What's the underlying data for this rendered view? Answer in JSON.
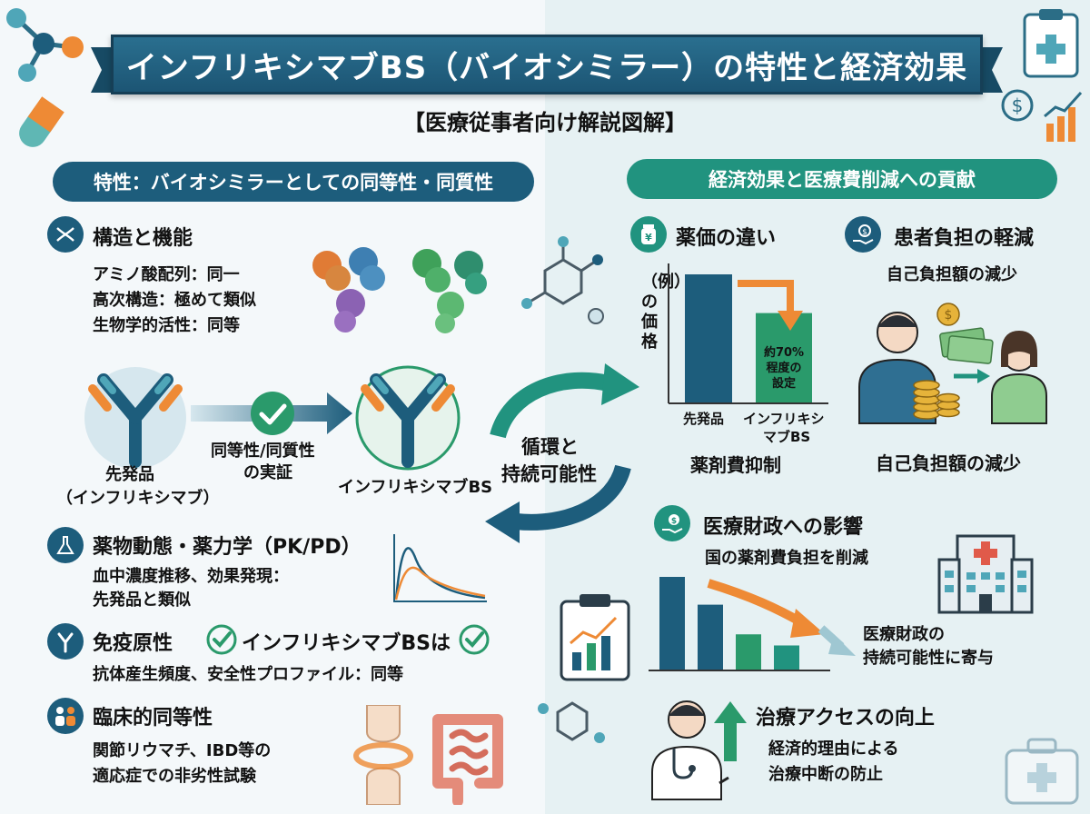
{
  "header": {
    "title": "インフリキシマブBS（バイオシミラー）の特性と経済効果",
    "subtitle": "【医療従事者向け解説図解】"
  },
  "left": {
    "section_title": "特性：バイオシミラーとしての同等性・同質性",
    "structure": {
      "title": "構造と機能",
      "lines": [
        "アミノ酸配列：同一",
        "高次構造：極めて類似",
        "生物学的活性：同等"
      ]
    },
    "comparison": {
      "original_label_1": "先発品",
      "original_label_2": "（インフリキシマブ）",
      "check_label_1": "同等性/同質性",
      "check_label_2": "の実証",
      "biosimilar_label": "インフリキシマブBS"
    },
    "pkpd": {
      "title": "薬物動態・薬力学（PK/PD）",
      "lines": [
        "血中濃度推移、効果発現：",
        "先発品と類似"
      ]
    },
    "immuno": {
      "title": "免疫原性",
      "inline": "インフリキシマブBSは",
      "line": "抗体産生頻度、安全性プロファイル：同等"
    },
    "clinical": {
      "title": "臨床的同等性",
      "lines": [
        "関節リウマチ、IBD等の",
        "適応症での非劣性試験"
      ]
    }
  },
  "center": {
    "cycle_1": "循環と",
    "cycle_2": "持続可能性"
  },
  "right": {
    "section_title": "経済効果と医療費削減への貢献",
    "price": {
      "title": "薬価の違い",
      "axis_label": "（例）の価格",
      "chart_data": {
        "type": "bar",
        "categories": [
          "先発品",
          "インフリキシマブBS"
        ],
        "values": [
          100,
          70
        ],
        "annotation": "約70%程度の設定"
      },
      "bar_label_1": "先発品",
      "bar_label_2a": "インフリキシ",
      "bar_label_2b": "マブBS",
      "badge_1": "約70%",
      "badge_2": "程度の",
      "badge_3": "設定",
      "caption": "薬剤費抑制"
    },
    "patient": {
      "title": "患者負担の軽減",
      "sub": "自己負担額の減少",
      "caption": "自己負担額の減少"
    },
    "finance": {
      "title": "医療財政への影響",
      "sub": "国の薬剤費負担を削減",
      "result_1": "医療財政の",
      "result_2": "持続可能性に寄与",
      "trend_values": [
        100,
        70,
        38,
        26
      ]
    },
    "access": {
      "title": "治療アクセスの向上",
      "lines": [
        "経済的理由による",
        "治療中断の防止"
      ]
    }
  },
  "colors": {
    "navy": "#1d5d7c",
    "teal": "#21937f",
    "orange": "#ee8a35",
    "green": "#2a9a6b"
  }
}
